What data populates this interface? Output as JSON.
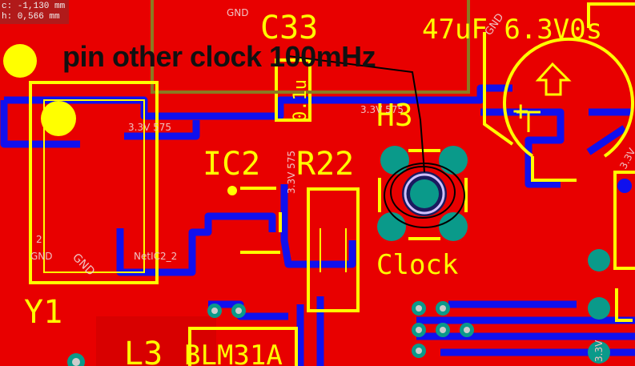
{
  "coord_readout": {
    "line1": "c: -1,130 mm",
    "line2": "h: 0,566 mm"
  },
  "annotation": "pin other clock 100mHz",
  "designators": {
    "c33": "C33",
    "cap_top": "47uF 6.3V0s",
    "h3": "H3",
    "ic2": "IC2",
    "r22": "R22",
    "y1": "Y1",
    "l3": "L3",
    "blm": "BLM31A",
    "clock": "Clock",
    "c33_value": "0.1u",
    "pin2": "2",
    "gnd_y1": "GND",
    "netlabel": "NetIC2_2",
    "gnd_diag": "GND",
    "gnd_top": "GND",
    "gnd_cap": "GND",
    "net_33_a": "3.3V 575",
    "net_33_b": "3.3V 575",
    "net_33_c": "3.3V 575",
    "net_33_d": "3.3V",
    "net_33_e": "3.3V",
    "plus_sign": "+"
  },
  "colors": {
    "copper": "#e80000",
    "trace_blue": "#1010ee",
    "silk": "#ffff00",
    "pad": "#0a9a8a",
    "dark_copper": "#c00000"
  }
}
